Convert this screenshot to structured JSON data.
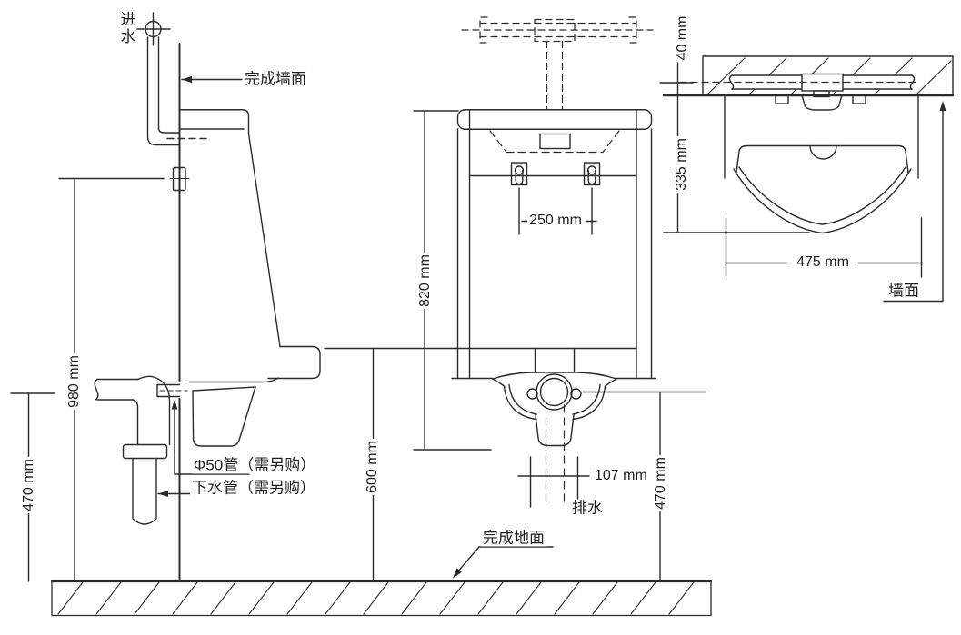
{
  "colors": {
    "line": "#2b2b2b",
    "background": "#ffffff"
  },
  "side_view": {
    "inlet": "进水",
    "finished_wall": "完成墙面",
    "dim_height_top": "980 mm",
    "dim_drain_height": "470 mm",
    "note_pipe50": "Φ50管（需另购）",
    "note_drain_pipe": "下水管（需另购）"
  },
  "front_view": {
    "dim_body_height": "820 mm",
    "dim_rim_height": "600 mm",
    "dim_bracket_spacing": "250 mm",
    "dim_drain_offset": "107 mm",
    "drain_label": "排水",
    "dim_drain_height": "470 mm",
    "finished_floor": "完成地面"
  },
  "top_view": {
    "dim_wall_offset": "40 mm",
    "dim_depth": "335 mm",
    "dim_width": "475 mm",
    "wall_label": "墙面"
  }
}
